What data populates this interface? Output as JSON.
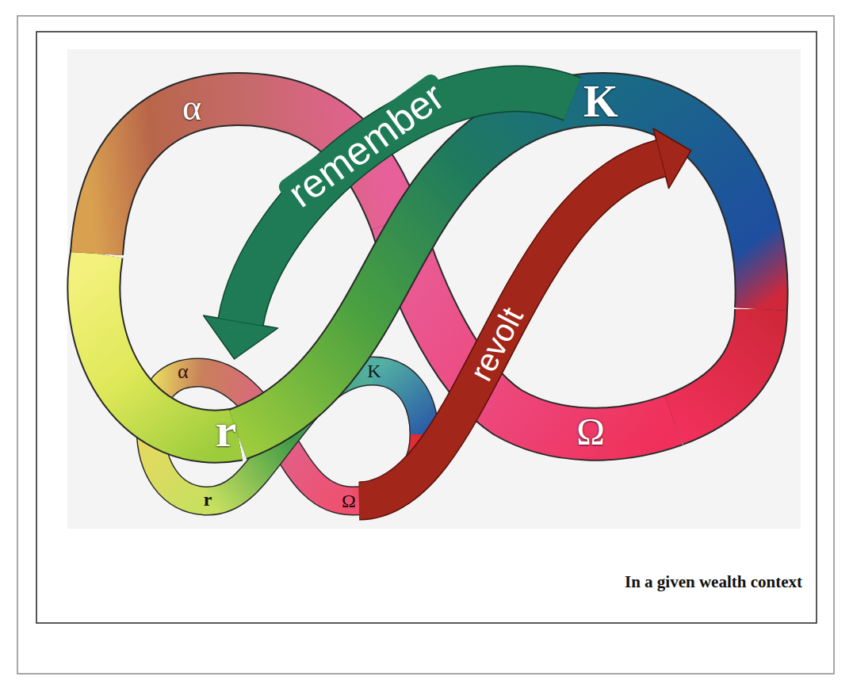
{
  "diagram": {
    "caption": "In a given wealth context",
    "nodes": [
      {
        "text": [
          "α"
        ]
      },
      {
        "text": [
          "K"
        ]
      },
      {
        "text": [
          "r"
        ]
      },
      {
        "text": [
          "α"
        ]
      },
      {
        "text": [
          "K"
        ]
      },
      {
        "text": [
          "Ω"
        ]
      },
      {
        "text": [
          "r"
        ]
      },
      {
        "text": [
          "Ω"
        ]
      }
    ],
    "edges": [
      {
        "from": 1,
        "to": 3,
        "label": "remember",
        "arrow": "to"
      },
      {
        "from": 7,
        "to": 1,
        "label": "revolt",
        "arrow": "to"
      }
    ]
  }
}
